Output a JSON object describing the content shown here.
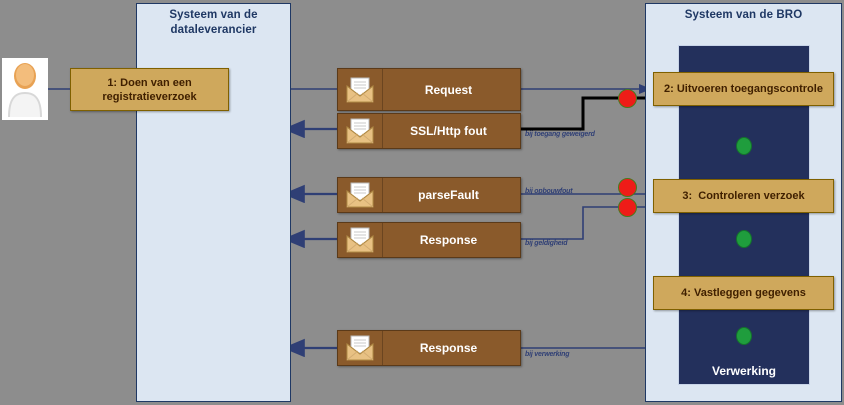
{
  "diagram": {
    "title": "Registratieverzoek procesdiagram",
    "background_color": "#8d8d8d"
  },
  "lanes": [
    {
      "id": "dataleverancier",
      "title": "Systeem van de\ndataleverancier",
      "title_line1": "Systeem van de",
      "title_line2": "dataleverancier"
    },
    {
      "id": "bro",
      "title": "Systeem van de BRO",
      "title_line1": "Systeem van de BRO",
      "title_line2": ""
    }
  ],
  "actor": {
    "name": "dataleverancier-actor",
    "icon": "person-icon"
  },
  "steps": [
    {
      "id": "step1",
      "label": "1: Doen van een\nregistratieverzoek"
    },
    {
      "id": "step2",
      "label": "2: Uitvoeren toegangscontrole"
    },
    {
      "id": "step3",
      "label": "3:  Controleren verzoek"
    },
    {
      "id": "step4",
      "label": "4: Vastleggen gegevens"
    }
  ],
  "band": {
    "label": "Verwerking"
  },
  "messages": [
    {
      "id": "request",
      "label": "Request",
      "icon": "envelope-icon"
    },
    {
      "id": "sslfout",
      "label": "SSL/Http fout",
      "icon": "envelope-icon"
    },
    {
      "id": "parsefault",
      "label": "parseFault",
      "icon": "envelope-icon"
    },
    {
      "id": "response1",
      "label": "Response",
      "icon": "envelope-icon"
    },
    {
      "id": "response2",
      "label": "Response",
      "icon": "envelope-icon"
    }
  ],
  "conditions": [
    {
      "id": "c1",
      "label": "bij toegang geweigerd"
    },
    {
      "id": "c2",
      "label": "bij opbouwfout"
    },
    {
      "id": "c3",
      "label": "bij geldigheid"
    },
    {
      "id": "c4",
      "label": "bij verwerking"
    }
  ],
  "decision_dots": [
    {
      "id": "d1",
      "type": "red",
      "name": "decision-dot-toegang"
    },
    {
      "id": "d2",
      "type": "red",
      "name": "decision-dot-opbouw"
    },
    {
      "id": "d3",
      "type": "red",
      "name": "decision-dot-geldigheid"
    },
    {
      "id": "g1",
      "type": "green",
      "name": "ok-dot-toegang"
    },
    {
      "id": "g2",
      "type": "green",
      "name": "ok-dot-controle"
    },
    {
      "id": "g3",
      "type": "green",
      "name": "ok-dot-vastleggen"
    }
  ],
  "colors": {
    "canvas": "#8d8d8d",
    "lane_fill": "#dce6f2",
    "lane_border": "#1f3864",
    "band_fill": "#23305c",
    "step_fill": "#cfa85c",
    "step_border": "#7f6000",
    "message_fill": "#8a5a2b",
    "arrow": "#2f3f75",
    "error_arrow": "#000000",
    "red_dot": "#ee1c18",
    "green_dot": "#1f9d3d"
  }
}
